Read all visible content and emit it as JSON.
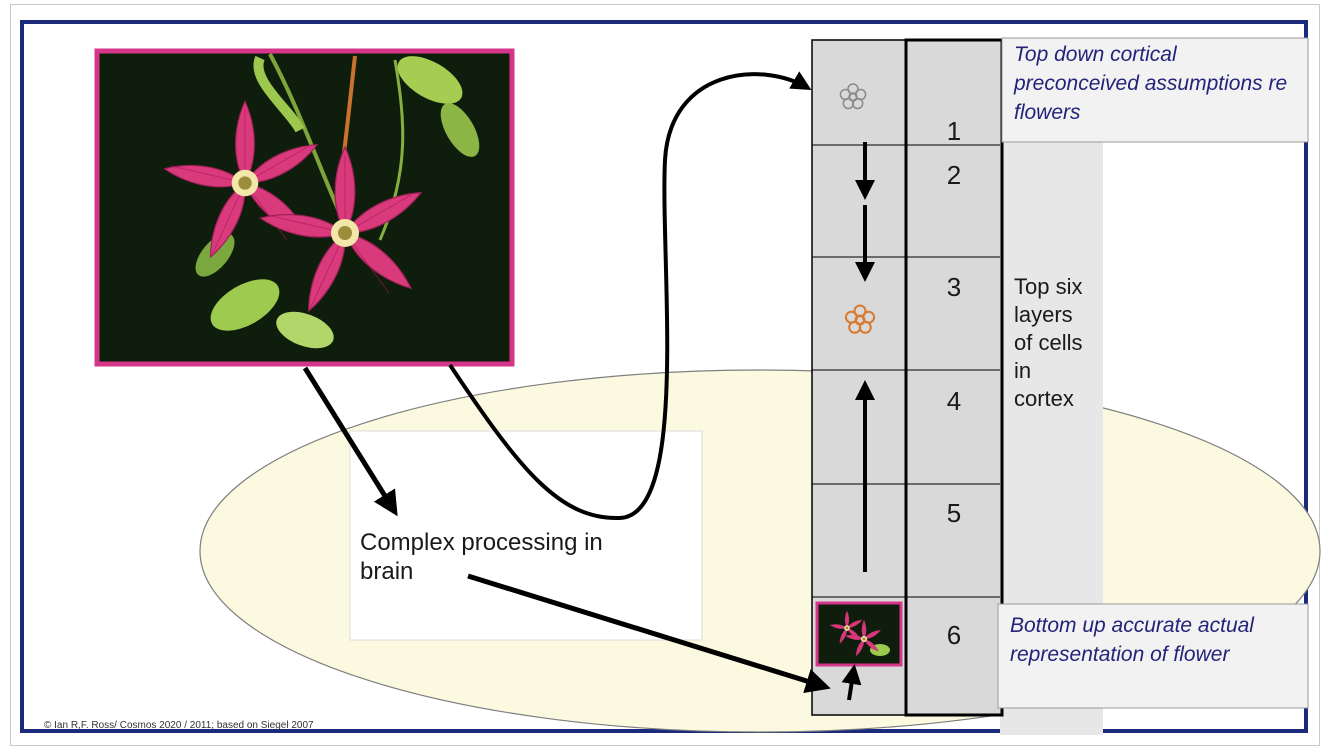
{
  "labels": {
    "processing": "Complex processing in brain",
    "top_note": "Top down cortical preconceived assumptions re flowers",
    "bottom_note": "Bottom up accurate actual representation of flower",
    "side_text": "Top six layers of cells in cortex",
    "credit": "© Ian R,F. Ross/ Cosmos 2020 / 2011;  based on Siegel 2007"
  },
  "layers": [
    "1",
    "2",
    "3",
    "4",
    "5",
    "6"
  ],
  "colors": {
    "border": "#1b2a7a",
    "photo_frame": "#d6368a",
    "flower": "#d83a7c",
    "note_text": "#23237a",
    "ellipse": "#fbf9df",
    "column": "#d9d9d9",
    "orange_icon": "#d9792f"
  },
  "icons": [
    "flower-outline-icon",
    "flower-orange-icon"
  ]
}
